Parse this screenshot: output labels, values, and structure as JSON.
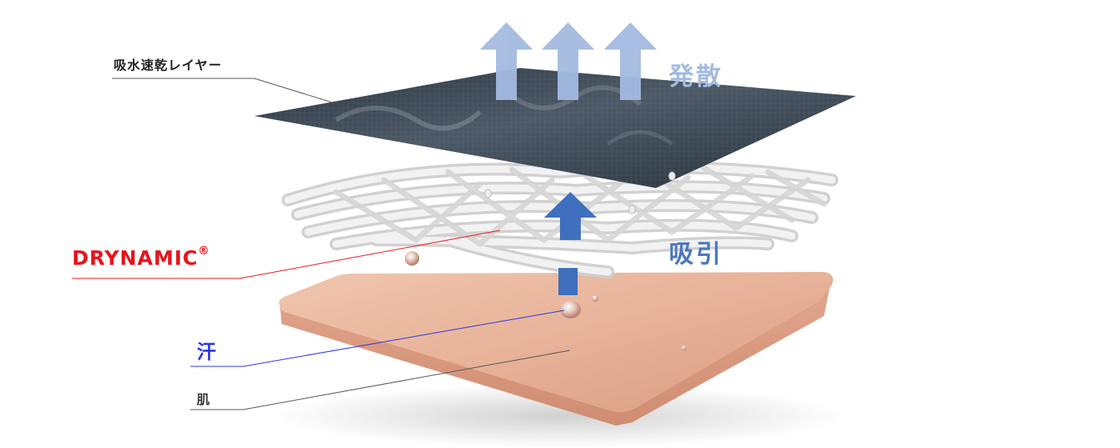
{
  "labels": {
    "top_layer": "吸水速乾レイヤー",
    "brand": "DRYNAMIC",
    "brand_mark": "®",
    "sweat": "汗",
    "skin": "肌",
    "evaporation": "発散",
    "wicking": "吸引"
  },
  "colors": {
    "brand": "#e8141b",
    "sweat": "#2a34e0",
    "evaporation_arrow": "#a3bbe0",
    "wicking_arrow": "#3f6fbe",
    "top_fabric": "#35424e",
    "skin": "#e9b39a",
    "mesh": "#e9e9e9"
  },
  "icons": {
    "evaporation": "arrow-up-icon",
    "wicking": "arrow-up-icon",
    "drop": "water-drop-icon"
  }
}
